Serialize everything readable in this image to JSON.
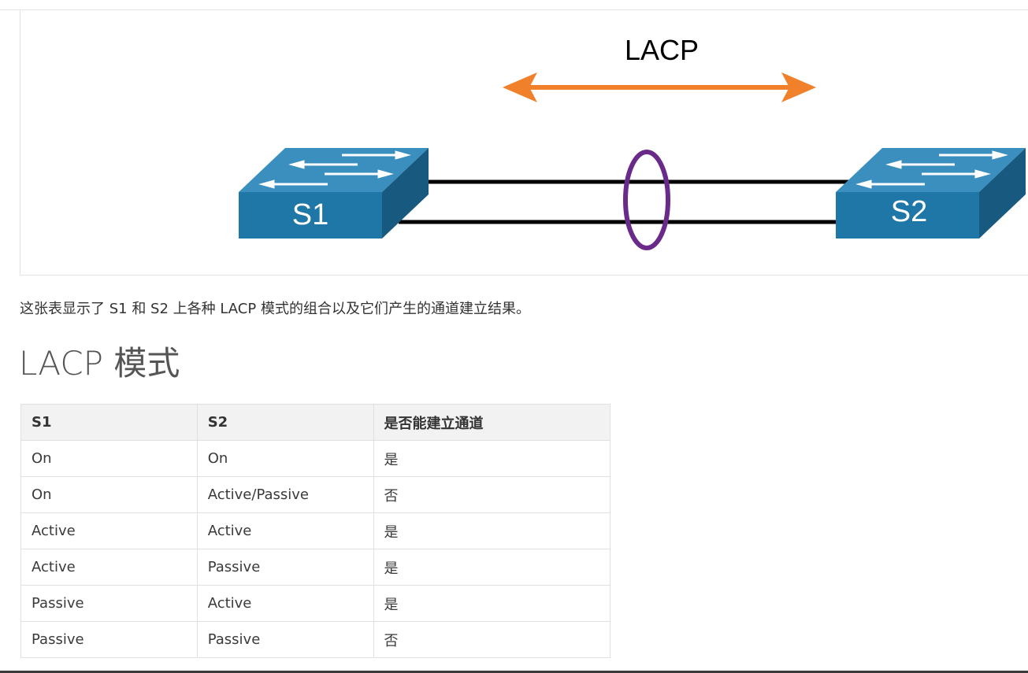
{
  "figure": {
    "protocol_label": "LACP",
    "switches": [
      {
        "label": "S1"
      },
      {
        "label": "S2"
      }
    ],
    "colors": {
      "arrow": "#f0802a",
      "bundle_ellipse": "#6a2a8a",
      "switch_front": "#1f77a8",
      "switch_top": "#3a8fbf",
      "switch_side": "#17597f",
      "link": "#000000"
    }
  },
  "caption": "这张表显示了 S1 和 S2 上各种 LACP 模式的组合以及它们产生的通道建立结果。",
  "section_title": "LACP 模式",
  "table": {
    "headers": [
      "S1",
      "S2",
      "是否能建立通道"
    ],
    "rows": [
      [
        "On",
        "On",
        "是"
      ],
      [
        "On",
        "Active/Passive",
        "否"
      ],
      [
        "Active",
        "Active",
        "是"
      ],
      [
        "Active",
        "Passive",
        "是"
      ],
      [
        "Passive",
        "Active",
        "是"
      ],
      [
        "Passive",
        "Passive",
        "否"
      ]
    ]
  }
}
